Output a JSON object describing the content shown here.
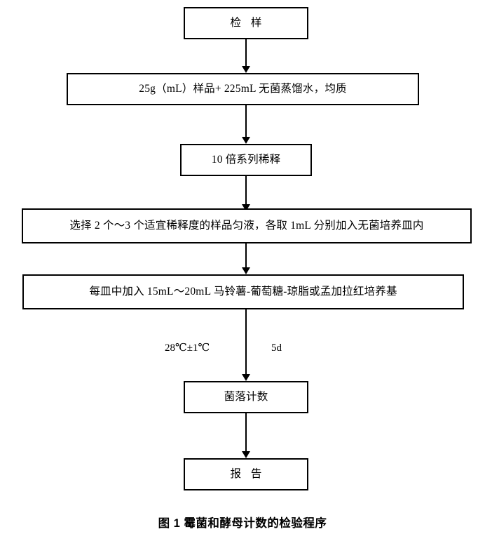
{
  "figure": {
    "caption": "图 1  霉菌和酵母计数的检验程序",
    "nodes": [
      {
        "id": "sample",
        "label": "检  样"
      },
      {
        "id": "homogenize",
        "label": "25g（mL）样品+ 225mL 无菌蒸馏水，均质"
      },
      {
        "id": "dilution",
        "label": "10 倍系列稀释"
      },
      {
        "id": "plating",
        "label": "选择 2 个～3 个适宜稀释度的样品匀液，各取 1mL 分别加入无菌培养皿内"
      },
      {
        "id": "medium",
        "label": "每皿中加入 15mL～20mL 马铃薯-葡萄糖-琼脂或孟加拉红培养基"
      },
      {
        "id": "counting",
        "label": "菌落计数"
      },
      {
        "id": "report",
        "label": "报  告"
      }
    ],
    "edge_labels": {
      "incubation_temperature": "28℃±1℃",
      "incubation_time": "5d"
    },
    "colors": {
      "stroke": "#000000",
      "fill": "#ffffff",
      "text": "#000000"
    }
  }
}
